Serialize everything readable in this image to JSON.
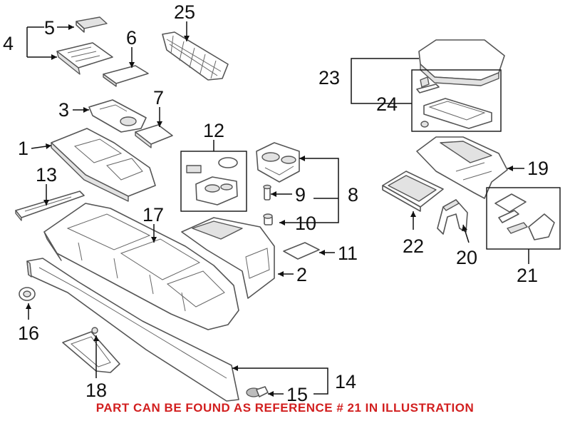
{
  "callouts": {
    "c1": "1",
    "c2": "2",
    "c3": "3",
    "c4": "4",
    "c5": "5",
    "c6": "6",
    "c7": "7",
    "c8": "8",
    "c9": "9",
    "c10": "10",
    "c11": "11",
    "c12": "12",
    "c13": "13",
    "c14": "14",
    "c15": "15",
    "c16": "16",
    "c17": "17",
    "c18": "18",
    "c19": "19",
    "c20": "20",
    "c21": "21",
    "c22": "22",
    "c23": "23",
    "c24": "24",
    "c25": "25"
  },
  "note": "PART CAN BE FOUND AS REFERENCE # 21 IN ILLUSTRATION",
  "note_color": "#d21f1f"
}
